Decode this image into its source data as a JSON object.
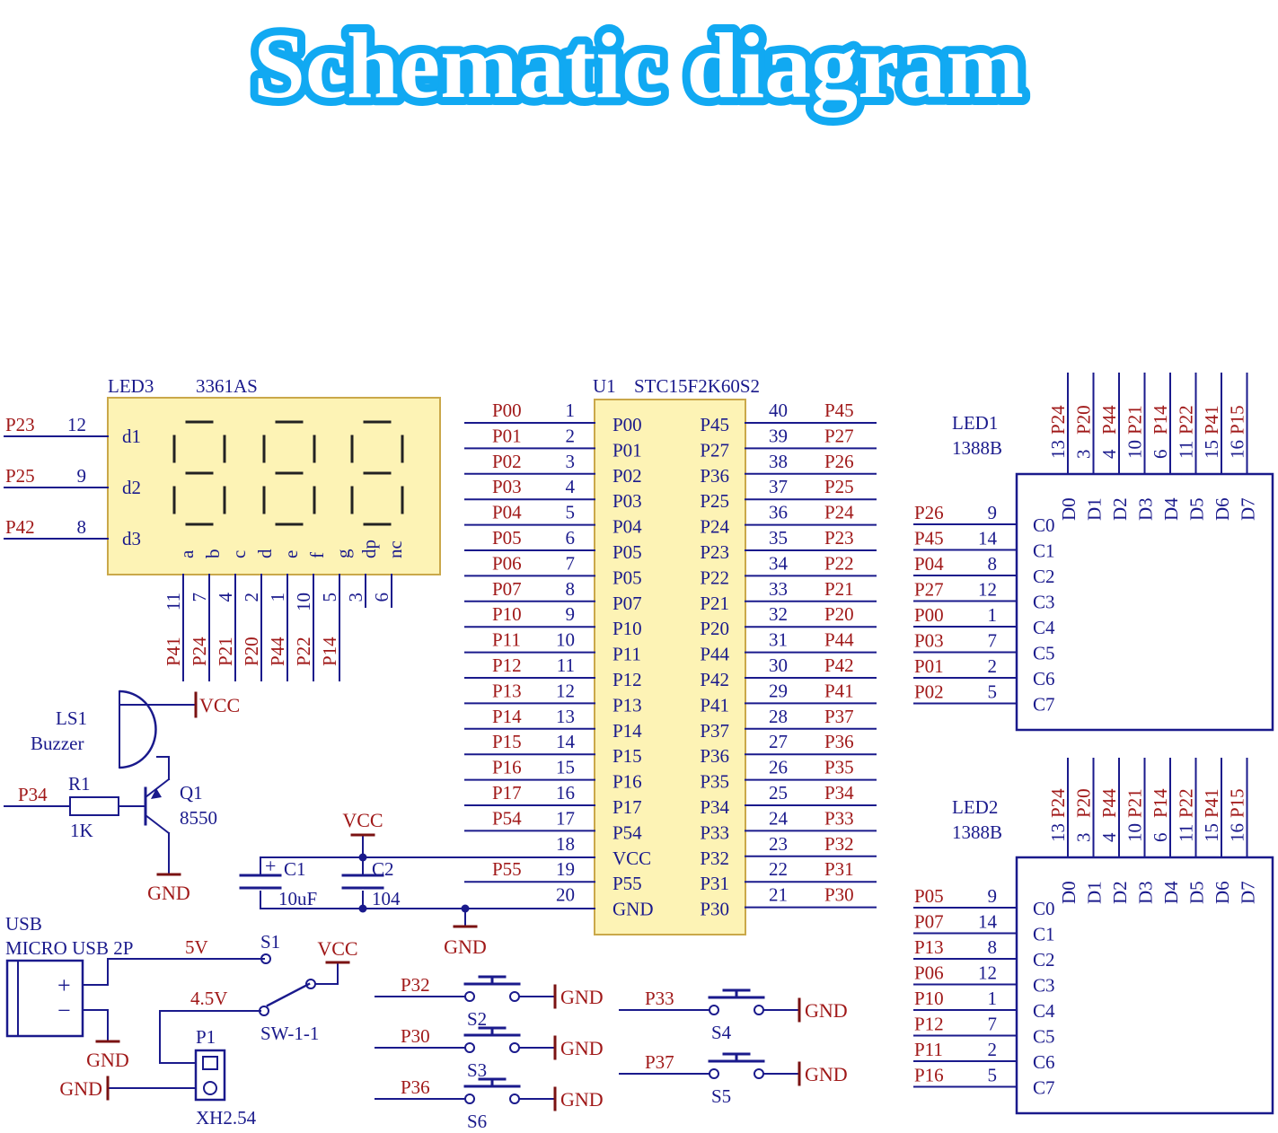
{
  "title": "Schematic diagram",
  "colors": {
    "wire": "#1a1a8c",
    "net": "#a01818",
    "chip": "#fdf3b5",
    "title_fill": "#ffffff",
    "title_stroke": "#11a9f2"
  },
  "led3": {
    "ref": "LED3",
    "part": "3361AS",
    "left_pins": [
      {
        "net": "P23",
        "num": "12",
        "name": "d1"
      },
      {
        "net": "P25",
        "num": "9",
        "name": "d2"
      },
      {
        "net": "P42",
        "num": "8",
        "name": "d3"
      }
    ],
    "seg_names": [
      "a",
      "b",
      "c",
      "d",
      "e",
      "f",
      "g",
      "dp",
      "nc"
    ],
    "bottom_pins": [
      {
        "num": "11",
        "net": "P41"
      },
      {
        "num": "7",
        "net": "P24"
      },
      {
        "num": "4",
        "net": "P21"
      },
      {
        "num": "2",
        "net": "P20"
      },
      {
        "num": "1",
        "net": "P44"
      },
      {
        "num": "10",
        "net": "P22"
      },
      {
        "num": "5",
        "net": "P14"
      },
      {
        "num": "3",
        "net": ""
      },
      {
        "num": "6",
        "net": ""
      }
    ]
  },
  "u1": {
    "ref": "U1",
    "part": "STC15F2K60S2",
    "left": [
      {
        "net": "P00",
        "num": "1",
        "name": "P00"
      },
      {
        "net": "P01",
        "num": "2",
        "name": "P01"
      },
      {
        "net": "P02",
        "num": "3",
        "name": "P02"
      },
      {
        "net": "P03",
        "num": "4",
        "name": "P03"
      },
      {
        "net": "P04",
        "num": "5",
        "name": "P04"
      },
      {
        "net": "P05",
        "num": "6",
        "name": "P05"
      },
      {
        "net": "P06",
        "num": "7",
        "name": "P05"
      },
      {
        "net": "P07",
        "num": "8",
        "name": "P07"
      },
      {
        "net": "P10",
        "num": "9",
        "name": "P10"
      },
      {
        "net": "P11",
        "num": "10",
        "name": "P11"
      },
      {
        "net": "P12",
        "num": "11",
        "name": "P12"
      },
      {
        "net": "P13",
        "num": "12",
        "name": "P13"
      },
      {
        "net": "P14",
        "num": "13",
        "name": "P14"
      },
      {
        "net": "P15",
        "num": "14",
        "name": "P15"
      },
      {
        "net": "P16",
        "num": "15",
        "name": "P16"
      },
      {
        "net": "P17",
        "num": "16",
        "name": "P17"
      },
      {
        "net": "P54",
        "num": "17",
        "name": "P54"
      },
      {
        "net": "",
        "num": "18",
        "name": "VCC"
      },
      {
        "net": "P55",
        "num": "19",
        "name": "P55"
      },
      {
        "net": "",
        "num": "20",
        "name": "GND"
      }
    ],
    "right": [
      {
        "name": "P45",
        "num": "40",
        "net": "P45"
      },
      {
        "name": "P27",
        "num": "39",
        "net": "P27"
      },
      {
        "name": "P36",
        "num": "38",
        "net": "P26"
      },
      {
        "name": "P25",
        "num": "37",
        "net": "P25"
      },
      {
        "name": "P24",
        "num": "36",
        "net": "P24"
      },
      {
        "name": "P23",
        "num": "35",
        "net": "P23"
      },
      {
        "name": "P22",
        "num": "34",
        "net": "P22"
      },
      {
        "name": "P21",
        "num": "33",
        "net": "P21"
      },
      {
        "name": "P20",
        "num": "32",
        "net": "P20"
      },
      {
        "name": "P44",
        "num": "31",
        "net": "P44"
      },
      {
        "name": "P42",
        "num": "30",
        "net": "P42"
      },
      {
        "name": "P41",
        "num": "29",
        "net": "P41"
      },
      {
        "name": "P37",
        "num": "28",
        "net": "P37"
      },
      {
        "name": "P36",
        "num": "27",
        "net": "P36"
      },
      {
        "name": "P35",
        "num": "26",
        "net": "P35"
      },
      {
        "name": "P34",
        "num": "25",
        "net": "P34"
      },
      {
        "name": "P33",
        "num": "24",
        "net": "P33"
      },
      {
        "name": "P32",
        "num": "23",
        "net": "P32"
      },
      {
        "name": "P31",
        "num": "22",
        "net": "P31"
      },
      {
        "name": "P30",
        "num": "21",
        "net": "P30"
      }
    ]
  },
  "led1": {
    "ref": "LED1",
    "part": "1388B",
    "top": [
      {
        "num": "13",
        "net": "P24"
      },
      {
        "num": "3",
        "net": "P20"
      },
      {
        "num": "4",
        "net": "P44"
      },
      {
        "num": "10",
        "net": "P21"
      },
      {
        "num": "6",
        "net": "P14"
      },
      {
        "num": "11",
        "net": "P22"
      },
      {
        "num": "15",
        "net": "P41"
      },
      {
        "num": "16",
        "net": "P15"
      }
    ],
    "d_names": [
      "D0",
      "D1",
      "D2",
      "D3",
      "D4",
      "D5",
      "D6",
      "D7"
    ],
    "left": [
      {
        "net": "P26",
        "num": "9",
        "name": "C0"
      },
      {
        "net": "P45",
        "num": "14",
        "name": "C1"
      },
      {
        "net": "P04",
        "num": "8",
        "name": "C2"
      },
      {
        "net": "P27",
        "num": "12",
        "name": "C3"
      },
      {
        "net": "P00",
        "num": "1",
        "name": "C4"
      },
      {
        "net": "P03",
        "num": "7",
        "name": "C5"
      },
      {
        "net": "P01",
        "num": "2",
        "name": "C6"
      },
      {
        "net": "P02",
        "num": "5",
        "name": "C7"
      }
    ]
  },
  "led2": {
    "ref": "LED2",
    "part": "1388B",
    "top": [
      {
        "num": "13",
        "net": "P24"
      },
      {
        "num": "3",
        "net": "P20"
      },
      {
        "num": "4",
        "net": "P44"
      },
      {
        "num": "10",
        "net": "P21"
      },
      {
        "num": "6",
        "net": "P14"
      },
      {
        "num": "11",
        "net": "P22"
      },
      {
        "num": "15",
        "net": "P41"
      },
      {
        "num": "16",
        "net": "P15"
      }
    ],
    "d_names": [
      "D0",
      "D1",
      "D2",
      "D3",
      "D4",
      "D5",
      "D6",
      "D7"
    ],
    "left": [
      {
        "net": "P05",
        "num": "9",
        "name": "C0"
      },
      {
        "net": "P07",
        "num": "14",
        "name": "C1"
      },
      {
        "net": "P13",
        "num": "8",
        "name": "C2"
      },
      {
        "net": "P06",
        "num": "12",
        "name": "C3"
      },
      {
        "net": "P10",
        "num": "1",
        "name": "C4"
      },
      {
        "net": "P12",
        "num": "7",
        "name": "C5"
      },
      {
        "net": "P11",
        "num": "2",
        "name": "C6"
      },
      {
        "net": "P16",
        "num": "5",
        "name": "C7"
      }
    ]
  },
  "buzzer": {
    "ref": "LS1",
    "name": "Buzzer",
    "vcc": "VCC",
    "gnd": "GND",
    "r_ref": "R1",
    "r_val": "1K",
    "q_ref": "Q1",
    "q_val": "8550",
    "net": "P34"
  },
  "caps": {
    "vcc": "VCC",
    "c1_ref": "C1",
    "c1_val": "10uF",
    "c2_ref": "C2",
    "c2_val": "104",
    "gnd": "GND"
  },
  "power": {
    "usb": "USB",
    "usb_part": "MICRO USB 2P",
    "plus": "+",
    "minus": "−",
    "v5": "5V",
    "v45": "4.5V",
    "s1": "S1",
    "vcc": "VCC",
    "sw": "SW-1-1",
    "gnd": "GND",
    "p1": "P1",
    "xh": "XH2.54"
  },
  "switches": [
    {
      "net": "P32",
      "ref": "S2",
      "gnd": "GND"
    },
    {
      "net": "P30",
      "ref": "S3",
      "gnd": "GND"
    },
    {
      "net": "P36",
      "ref": "S6",
      "gnd": "GND"
    },
    {
      "net": "P33",
      "ref": "S4",
      "gnd": "GND"
    },
    {
      "net": "P37",
      "ref": "S5",
      "gnd": "GND"
    }
  ]
}
